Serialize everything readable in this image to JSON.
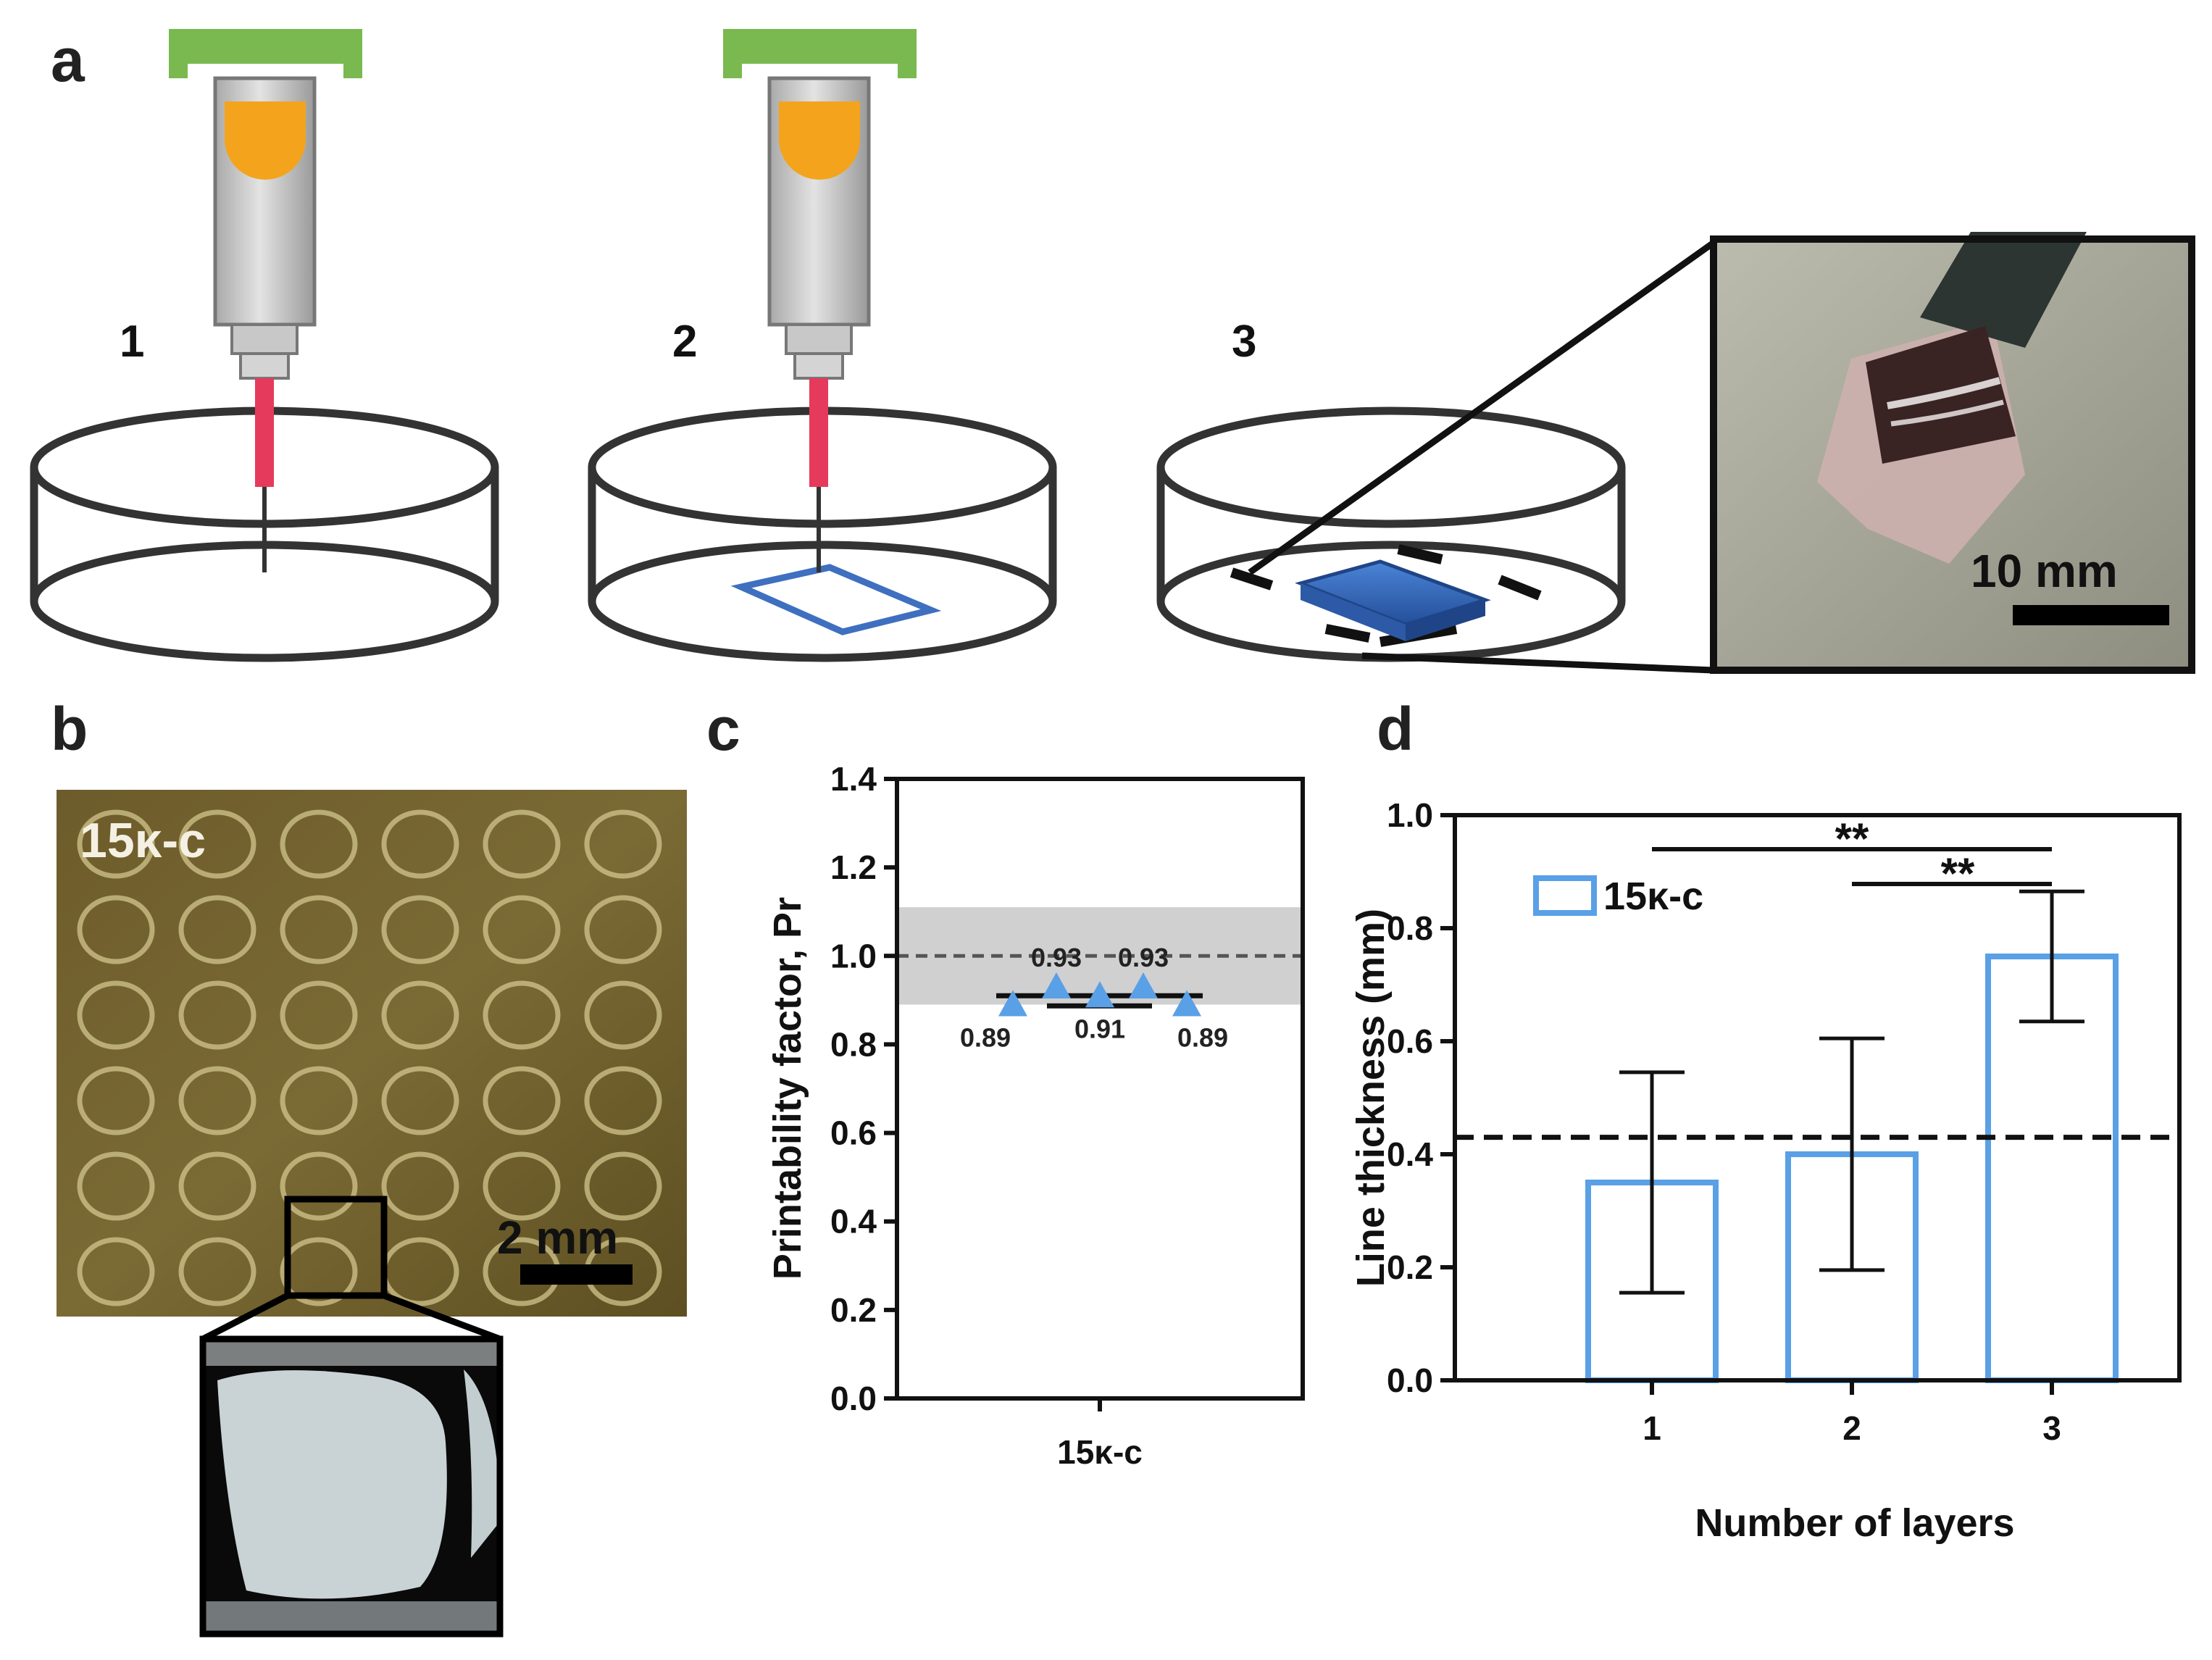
{
  "panels": {
    "a": "a",
    "b": "b",
    "c": "c",
    "d": "d"
  },
  "panel_a": {
    "steps": [
      "1",
      "2",
      "3"
    ],
    "photo_scale_bar": "10 mm",
    "colors": {
      "clamp": "#79b94f",
      "ink": "#f3a41c",
      "needle": "#e53a5c",
      "print": "#3f74c4"
    }
  },
  "panel_b": {
    "sample_label": "15κ-c",
    "scale_bar": "2 mm"
  },
  "chart_data": [
    {
      "panel": "c",
      "type": "scatter",
      "ylabel": "Printability factor, Pr",
      "xlabel": "",
      "categories": [
        "15κ-c"
      ],
      "ylim": [
        0,
        1.4
      ],
      "yticks": [
        "0.0",
        "0.2",
        "0.4",
        "0.6",
        "0.8",
        "1.0",
        "1.2",
        "1.4"
      ],
      "points": [
        0.89,
        0.93,
        0.91,
        0.93,
        0.89
      ],
      "point_labels": [
        "0.89",
        "0.93",
        "0.91",
        "0.93",
        "0.89"
      ],
      "mean": 0.91,
      "reference_line": 1.0,
      "reference_band": [
        0.89,
        1.11
      ],
      "marker": "triangle",
      "color": "#5aa0e6"
    },
    {
      "panel": "d",
      "type": "bar",
      "xlabel": "Number of layers",
      "ylabel": "Line thickness (mm)",
      "categories": [
        "1",
        "2",
        "3"
      ],
      "ylim": [
        0,
        1.0
      ],
      "yticks": [
        "0.0",
        "0.2",
        "0.4",
        "0.6",
        "0.8",
        "1.0"
      ],
      "series": [
        {
          "name": "15κ-c",
          "values": [
            0.35,
            0.4,
            0.75
          ],
          "error": [
            0.195,
            0.205,
            0.115
          ]
        }
      ],
      "reference_line": 0.43,
      "significance": [
        {
          "from": "1",
          "to": "3",
          "label": "**"
        },
        {
          "from": "2",
          "to": "3",
          "label": "**"
        }
      ],
      "legend_position": "top-left",
      "color": "#5aa0e6"
    }
  ]
}
